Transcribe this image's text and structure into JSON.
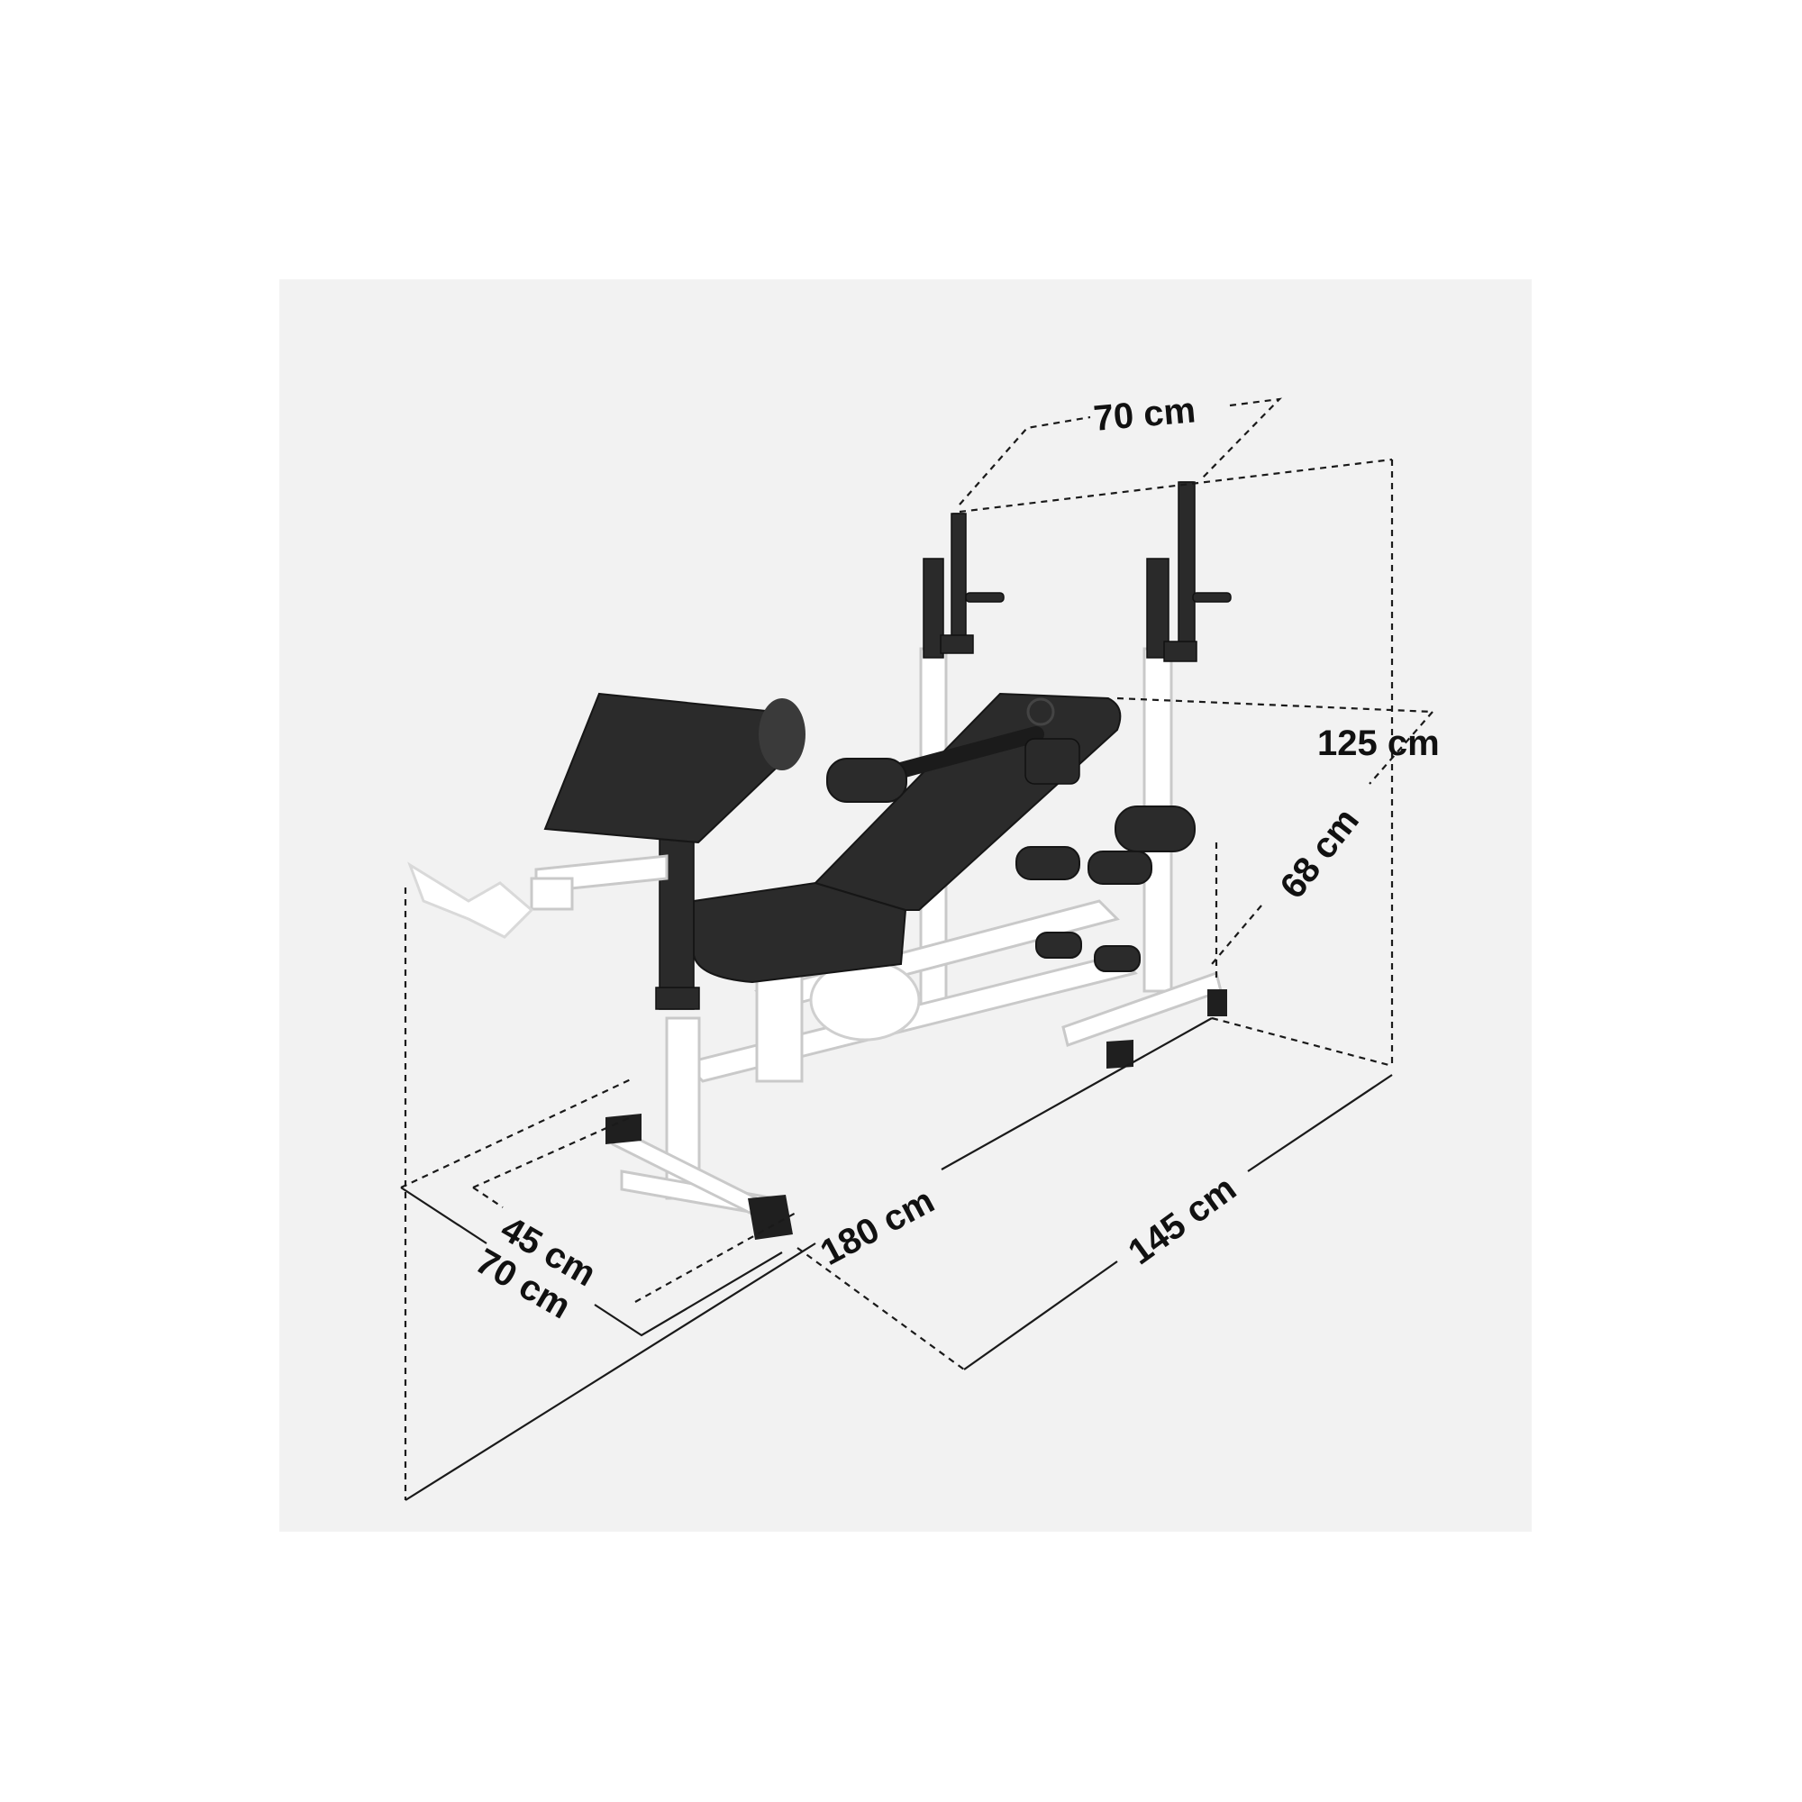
{
  "colors": {
    "background": "#ffffff",
    "panel": "#f2f2f2",
    "upholstery": "#2b2b2b",
    "frame": "#ffffff",
    "line": "#1a1a1a"
  },
  "dimensions": {
    "rack_width": "70 cm",
    "total_height": "125 cm",
    "bench_height": "68 cm",
    "total_depth": "145 cm",
    "total_length": "180 cm",
    "seat_width": "45 cm",
    "base_width": "70 cm"
  }
}
